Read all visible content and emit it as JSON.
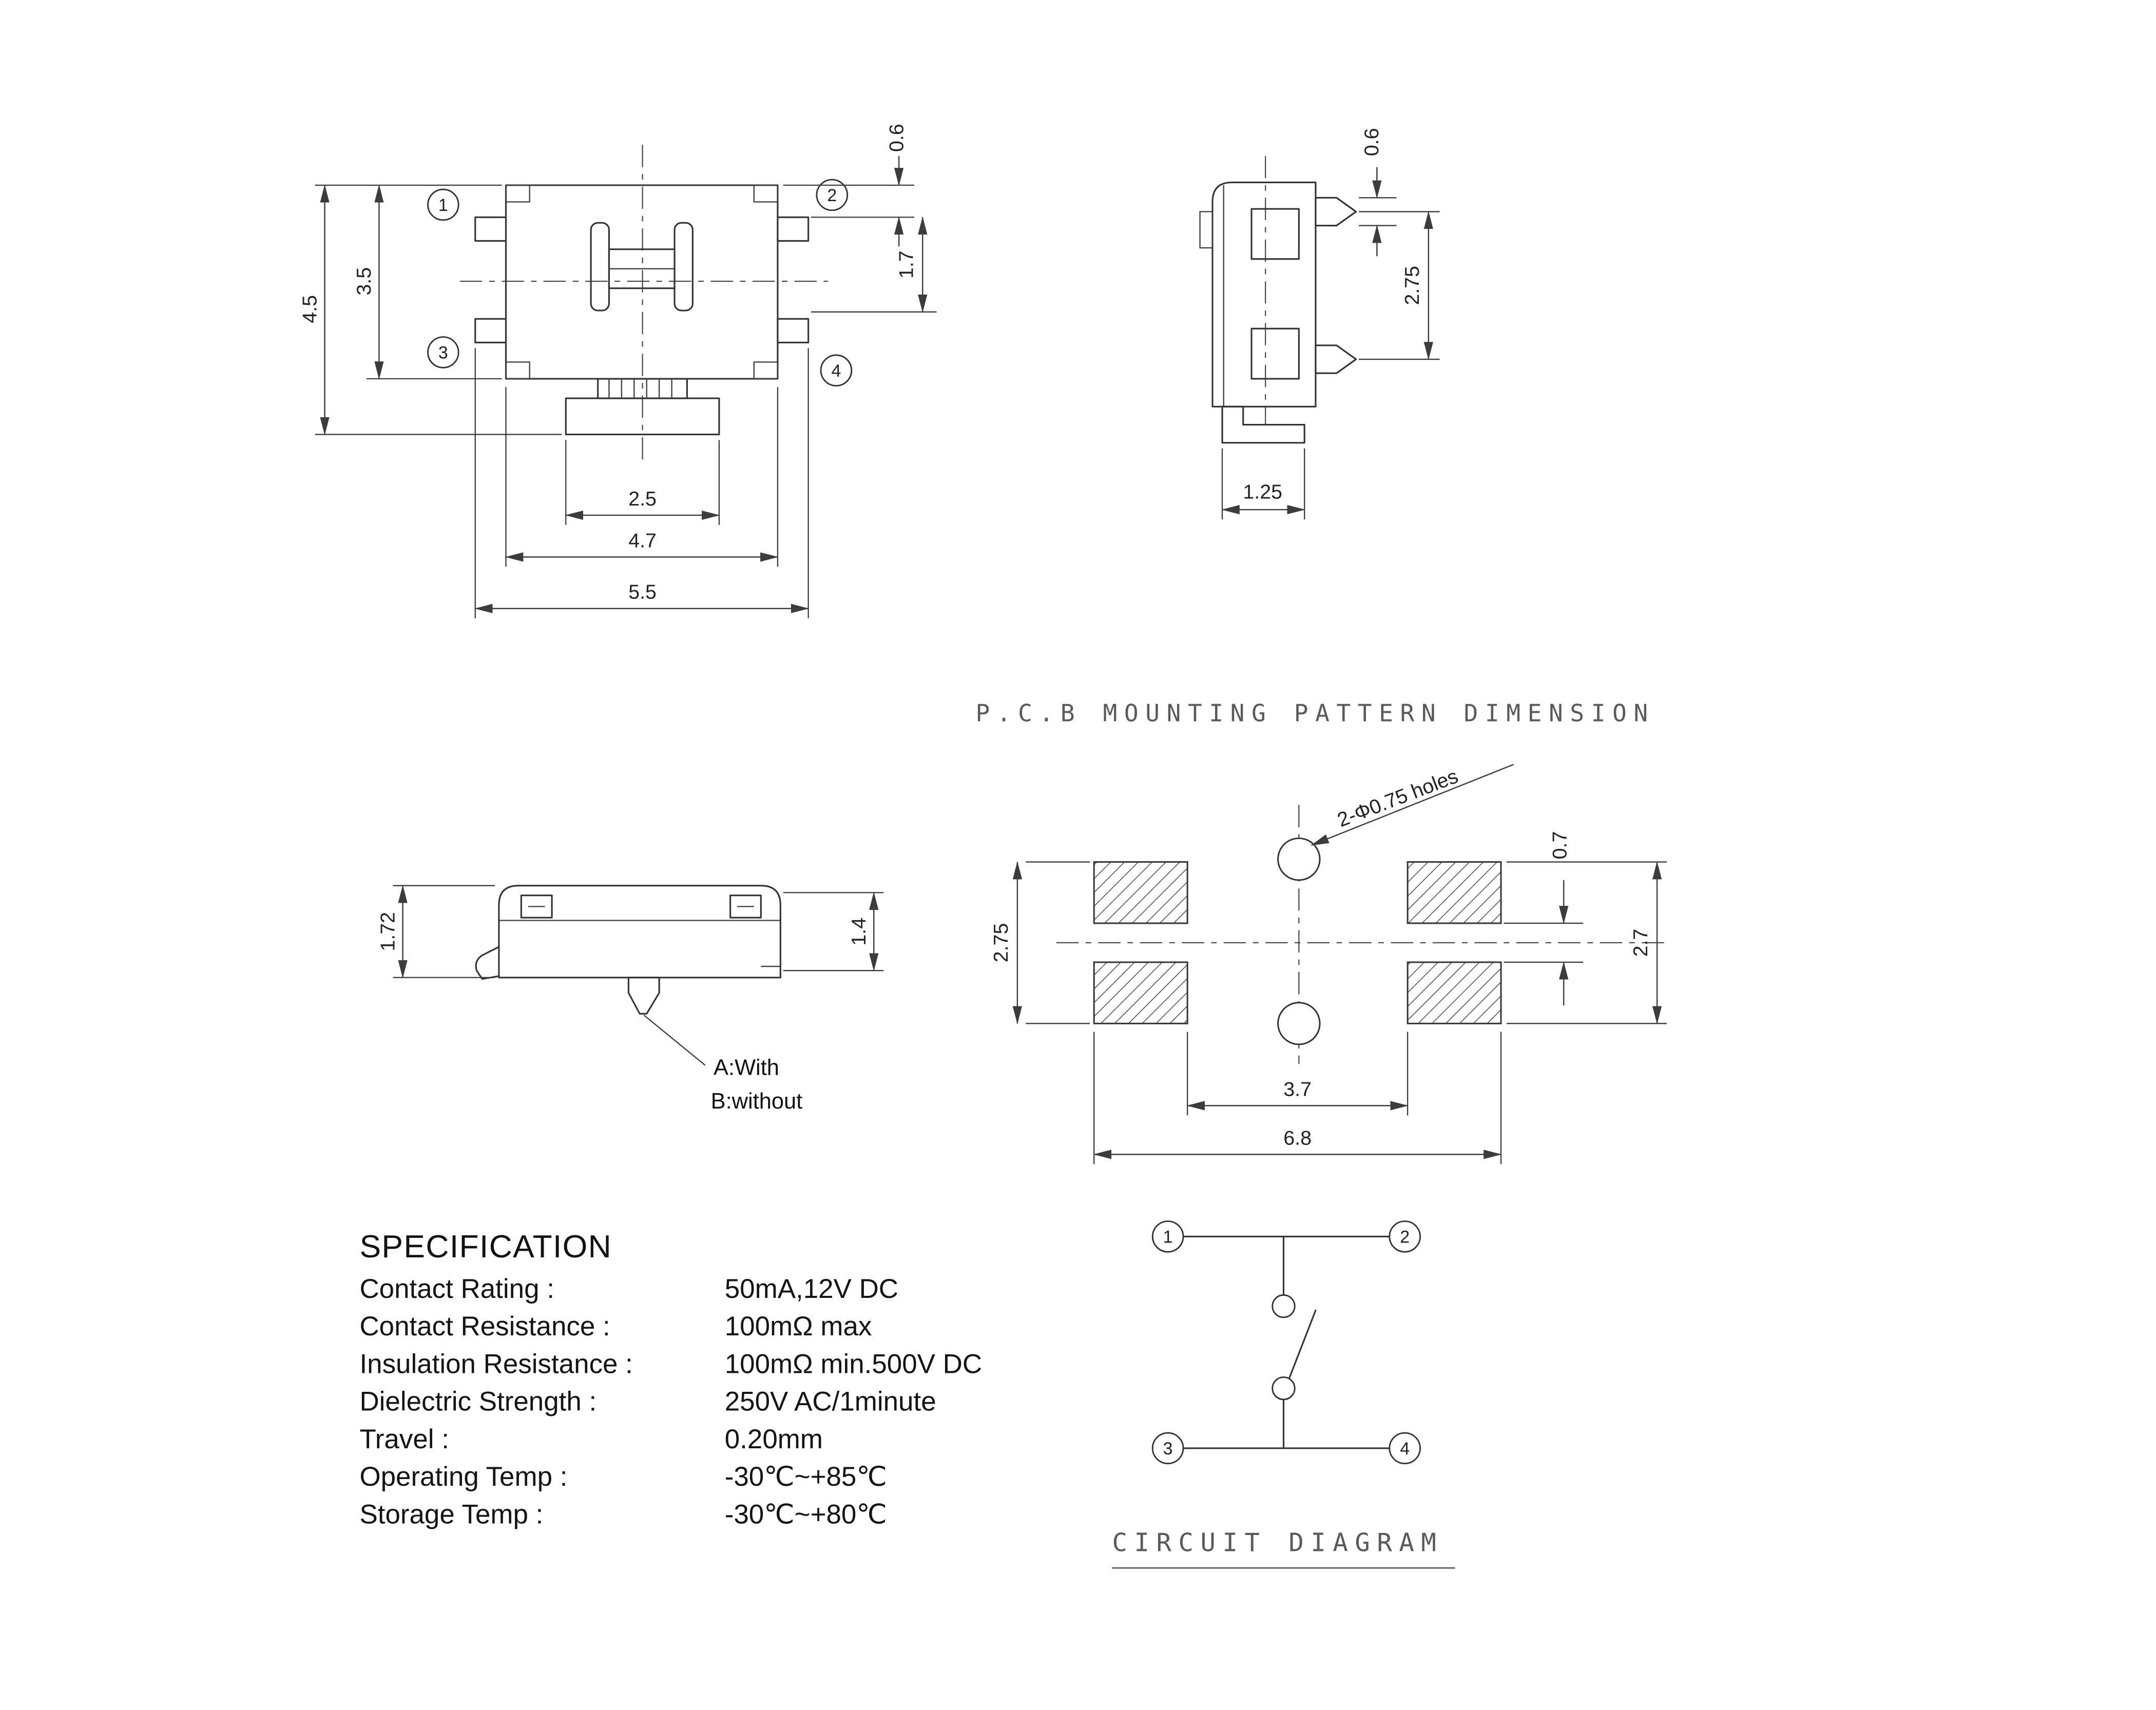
{
  "front_view": {
    "pin_labels": [
      "1",
      "2",
      "3",
      "4"
    ],
    "dims": {
      "total_height": "4.5",
      "body_height": "3.5",
      "top_offset": "0.6",
      "pin_span": "1.7",
      "button_width": "2.5",
      "body_width": "4.7",
      "total_width": "5.5"
    }
  },
  "side_view": {
    "dims": {
      "pin_thickness": "0.6",
      "pin_pitch": "2.75",
      "foot_width": "1.25"
    }
  },
  "profile_view": {
    "dims": {
      "height": "1.72",
      "inner_height": "1.4"
    },
    "note_a": "A:With",
    "note_b": "B:without"
  },
  "pcb_pattern": {
    "title": "P.C.B MOUNTING PATTERN DIMENSION",
    "holes_note": "2-Φ0.75 holes",
    "dims": {
      "hole_pitch": "2.75",
      "pad_gap": "0.7",
      "pad_span": "2.7",
      "pad_inner_gap": "3.7",
      "total_width": "6.8"
    }
  },
  "specification": {
    "title": "SPECIFICATION",
    "rows": [
      {
        "label": "Contact  Rating :",
        "value": "50mA,12V DC"
      },
      {
        "label": "Contact  Resistance :",
        "value": "100mΩ max"
      },
      {
        "label": "Insulation  Resistance :",
        "value": "100mΩ min.500V DC"
      },
      {
        "label": "Dielectric  Strength :",
        "value": "250V AC/1minute"
      },
      {
        "label": "Travel :",
        "value": "0.20mm"
      },
      {
        "label": "Operating Temp :",
        "value": "-30℃~+85℃"
      },
      {
        "label": "Storage Temp :",
        "value": "-30℃~+80℃"
      }
    ]
  },
  "circuit": {
    "title": "CIRCUIT DIAGRAM",
    "pin_labels": [
      "1",
      "2",
      "3",
      "4"
    ]
  }
}
